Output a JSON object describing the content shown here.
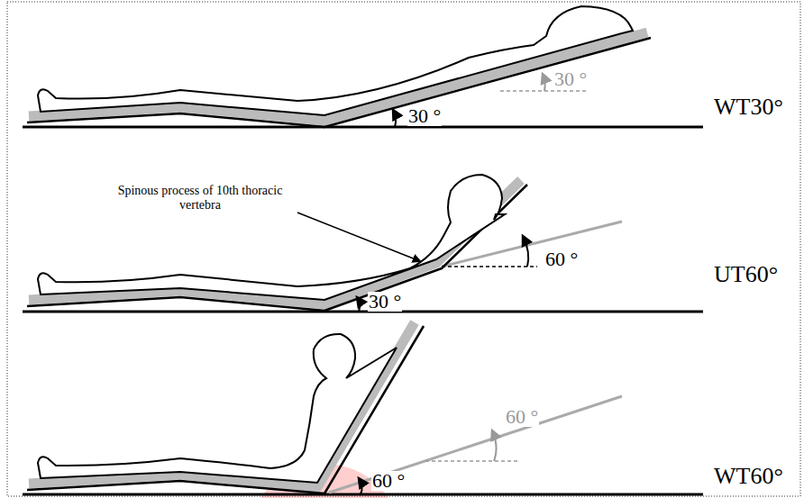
{
  "diagram": {
    "labels": [
      "30 °",
      "30 °",
      "WT30°",
      "Spinous process of 10th thoracic vertebra",
      "60 °",
      "30 °",
      "UT60°",
      "60 °",
      "60 °",
      "WT60°"
    ]
  }
}
